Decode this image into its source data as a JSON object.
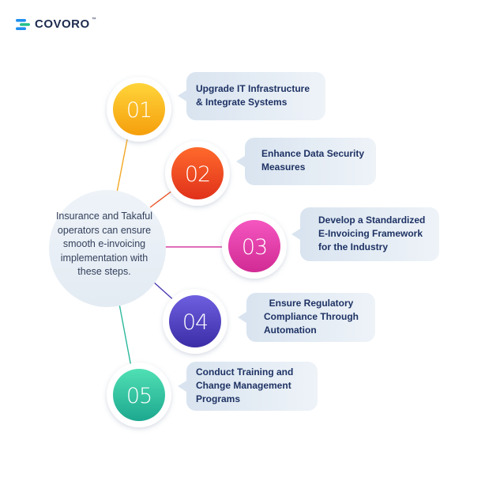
{
  "brand": {
    "name": "COVORO",
    "tm": "™",
    "colors": {
      "dark": "#1d2b4f",
      "green": "#22c08a",
      "blue": "#1f8ff0"
    }
  },
  "hub": {
    "text": "Insurance and Takaful operators can ensure smooth e-invoicing implementation with these steps."
  },
  "steps": [
    {
      "number": "01",
      "lines": [
        "Upgrade IT Infrastructure",
        "& Integrate Systems"
      ],
      "colors": [
        "#ffd43a",
        "#f59f0c"
      ]
    },
    {
      "number": "02",
      "lines": [
        "Enhance Data Security",
        "Measures"
      ],
      "colors": [
        "#ff6a2c",
        "#e0311a"
      ]
    },
    {
      "number": "03",
      "lines": [
        "Develop a Standardized",
        "E-Invoicing Framework",
        "for the Industry"
      ],
      "colors": [
        "#f556c0",
        "#d12a94"
      ]
    },
    {
      "number": "04",
      "lines": [
        "Ensure Regulatory",
        "Compliance Through",
        "Automation"
      ],
      "colors": [
        "#6e5fe0",
        "#3b2da6"
      ]
    },
    {
      "number": "05",
      "lines": [
        "Conduct Training and",
        "Change Management",
        "Programs"
      ],
      "colors": [
        "#50e0b4",
        "#1ca88f"
      ]
    }
  ]
}
